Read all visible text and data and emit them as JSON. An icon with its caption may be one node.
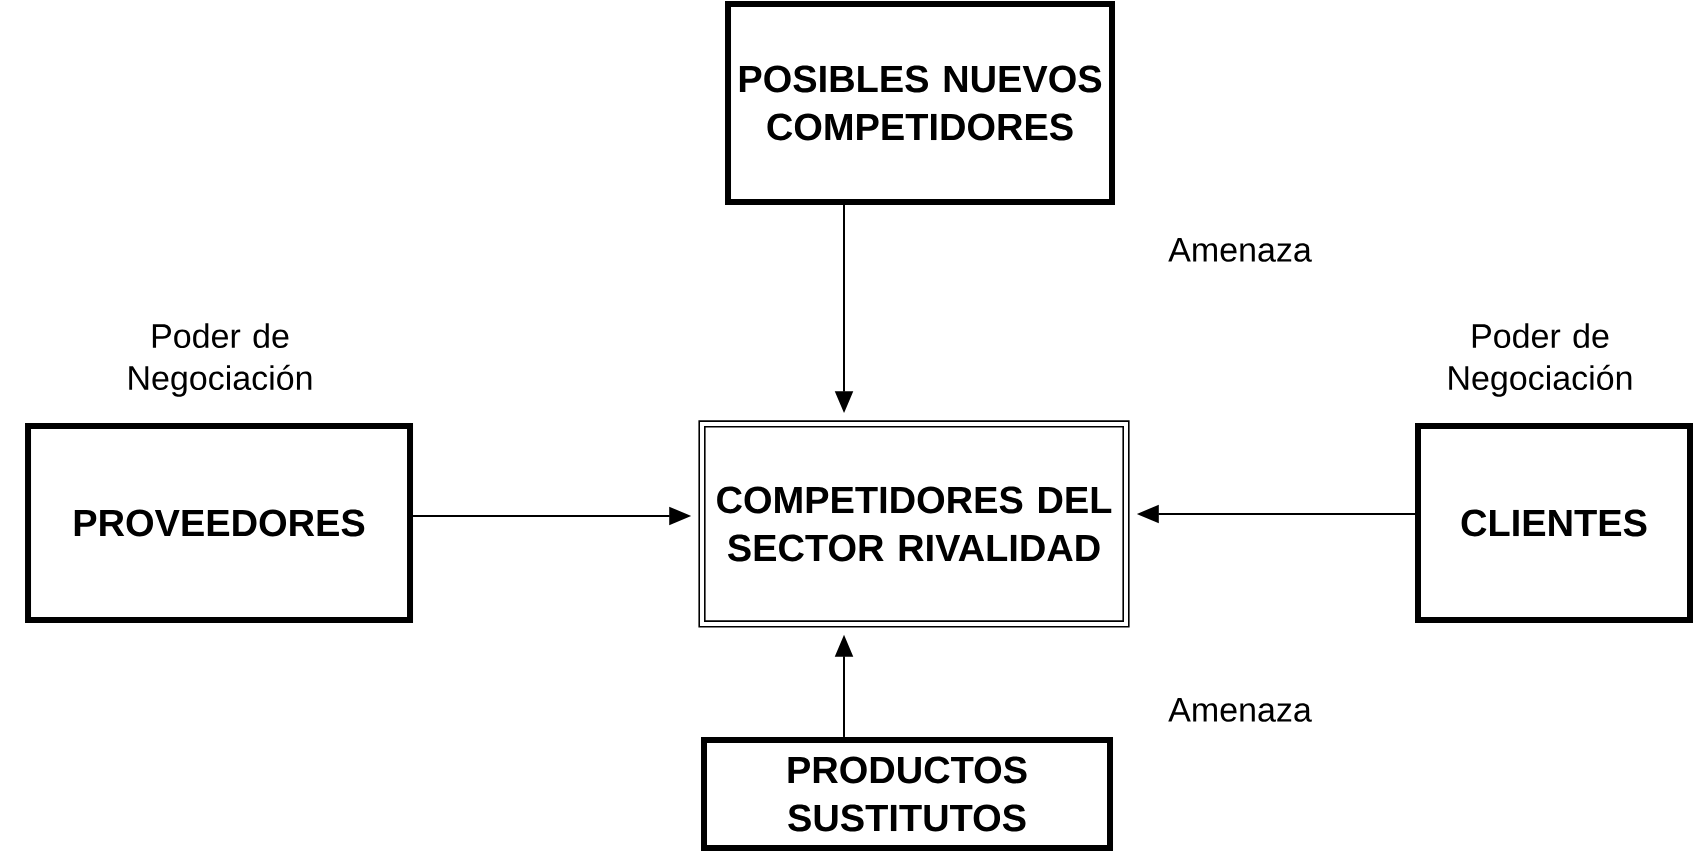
{
  "diagram": {
    "nodes": [
      {
        "text": [
          "POSIBLES NUEVOS COMPETIDORES"
        ],
        "beside": [
          "Amenaza"
        ]
      },
      {
        "text": [
          "PROVEEDORES"
        ],
        "beside": [
          "Poder de Negociación"
        ]
      },
      {
        "text": [
          "COMPETIDORES DEL SECTOR RIVALIDAD"
        ]
      },
      {
        "text": [
          "CLIENTES"
        ],
        "beside": [
          "Poder de Negociación"
        ]
      },
      {
        "text": [
          "PRODUCTOS SUSTITUTOS"
        ],
        "beside": [
          "Amenaza"
        ]
      }
    ],
    "edges": [
      {
        "from": 0,
        "to": 2,
        "arrow": "to"
      },
      {
        "from": 1,
        "to": 2,
        "arrow": "to"
      },
      {
        "from": 3,
        "to": 2,
        "arrow": "to"
      },
      {
        "from": 4,
        "to": 2,
        "arrow": "to"
      }
    ]
  }
}
